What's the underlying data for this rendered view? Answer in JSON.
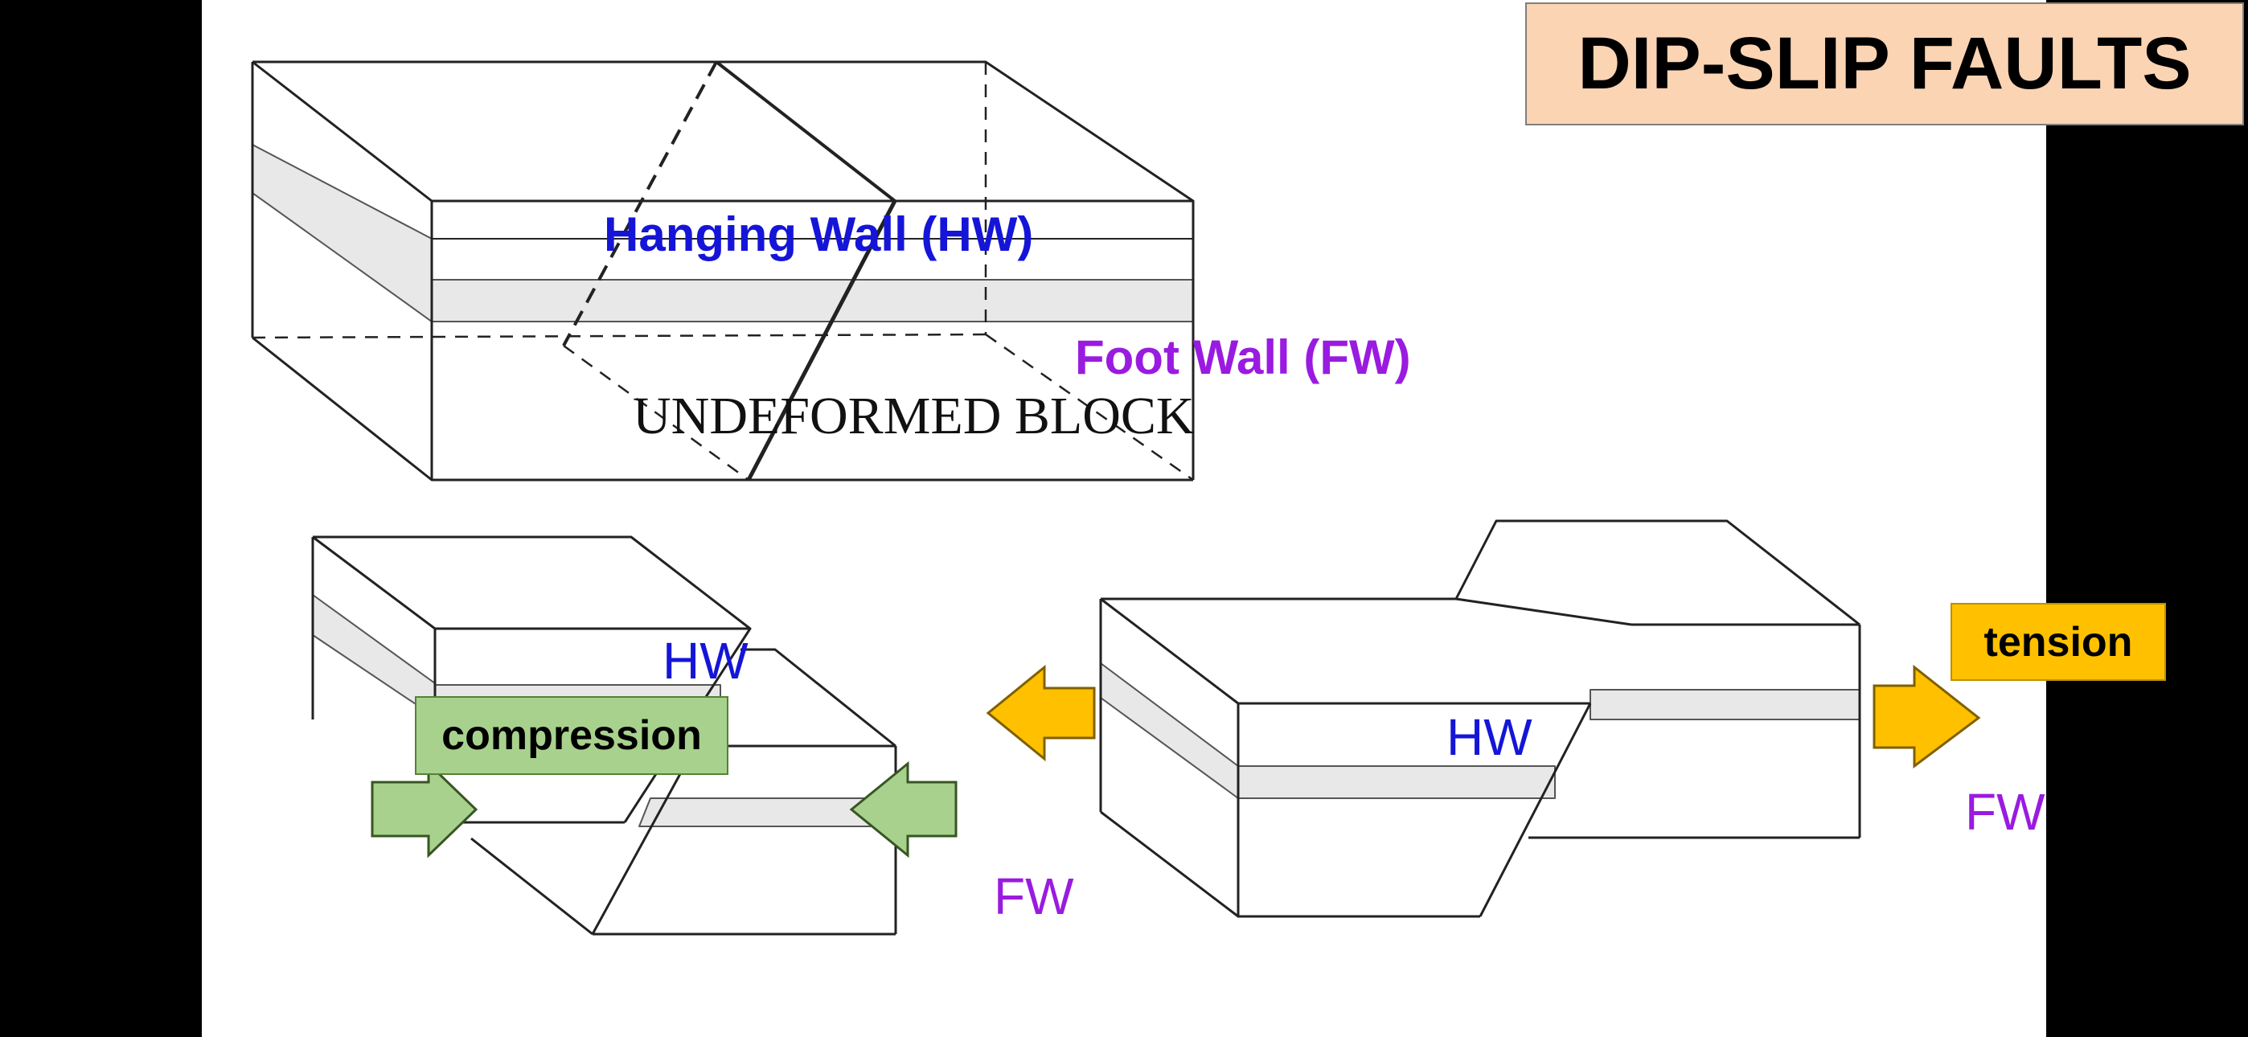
{
  "title": "DIP-SLIP FAULTS",
  "undeformed_block": {
    "label": "UNDEFORMED BLOCK",
    "hanging_wall_label": "Hanging Wall (HW)",
    "foot_wall_label": "Foot Wall (FW)"
  },
  "reverse_fault": {
    "hw_label": "HW",
    "fw_label": "FW",
    "stress_label": "compression",
    "arrow_color": "#a9d18e"
  },
  "normal_fault": {
    "hw_label": "HW",
    "fw_label": "FW",
    "stress_label": "tension",
    "arrow_color": "#ffc000"
  },
  "colors": {
    "hanging_wall": "#1515d8",
    "foot_wall": "#9a1be0",
    "title_background": "#fbd4b4",
    "layer_fill": "#e8e8e8"
  }
}
